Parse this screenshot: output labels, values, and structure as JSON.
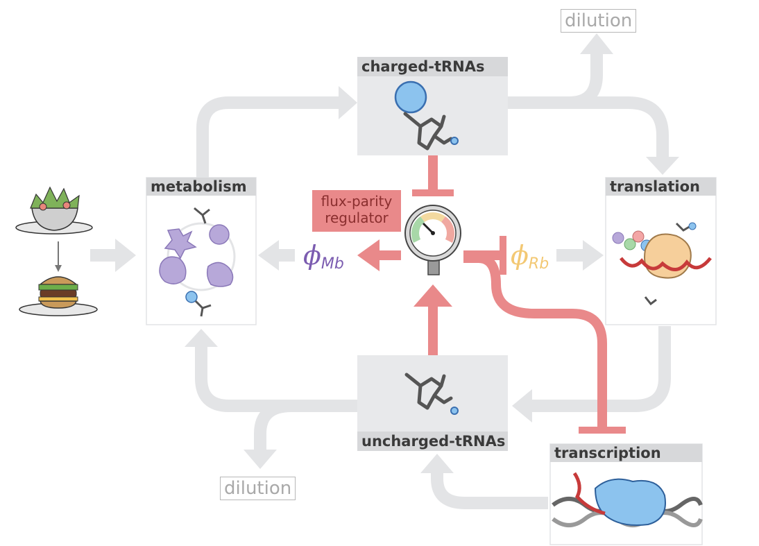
{
  "nodes": {
    "charged_trnas": "charged-tRNAs",
    "uncharged_trnas": "uncharged-tRNAs",
    "metabolism": "metabolism",
    "translation": "translation",
    "transcription": "transcription",
    "regulator": "flux-parity regulator"
  },
  "dilution_top": "dilution",
  "dilution_bottom": "dilution",
  "phi_mb": {
    "symbol": "ϕ",
    "subscript": "Mb"
  },
  "phi_rb": {
    "symbol": "ϕ",
    "subscript": "Rb"
  },
  "colors": {
    "flow_gray": "#e3e4e6",
    "box_gray": "#e8e9eb",
    "title_gray": "#d7d8da",
    "regulator_red": "#e9898a",
    "phi_mb": "#7b5cb0",
    "phi_rb": "#f3c873",
    "dilution_gray": "#a9a9a9"
  },
  "icons": [
    "salad-plate-icon",
    "burger-plate-icon",
    "trna-icon",
    "charged-trna-icon",
    "metabolite-cycle-icon",
    "ribosome-icon",
    "rna-polymerase-icon",
    "dna-icon",
    "pressure-gauge-icon"
  ]
}
